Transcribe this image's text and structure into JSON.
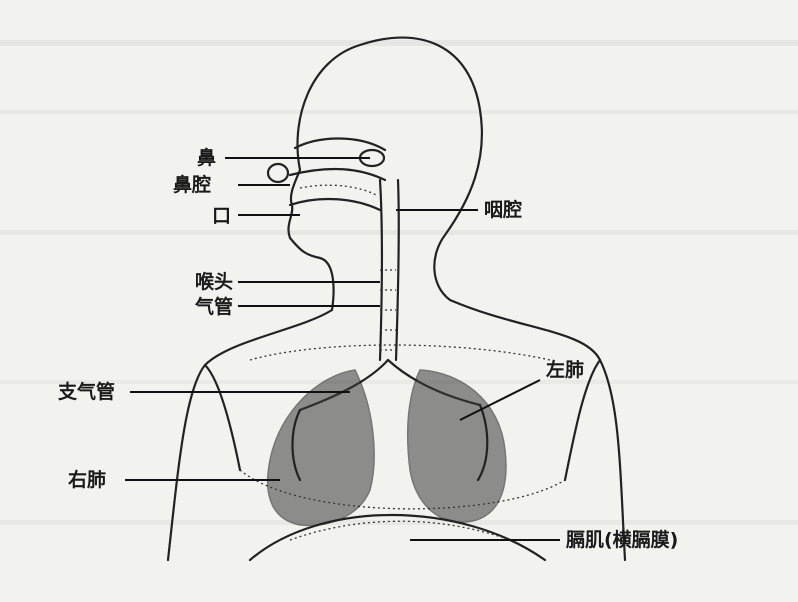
{
  "labels": {
    "nose": "鼻",
    "nasal_cavity": "鼻腔",
    "mouth": "口",
    "pharynx": "咽腔",
    "larynx": "喉头",
    "trachea": "气管",
    "left_lung": "左肺",
    "bronchi": "支气管",
    "right_lung": "右肺",
    "diaphragm": "膈肌(横膈膜)"
  },
  "colors": {
    "ink": "#1a1a1a",
    "paper": "#f2f2ef",
    "faded_text": "#c9c9c5"
  }
}
